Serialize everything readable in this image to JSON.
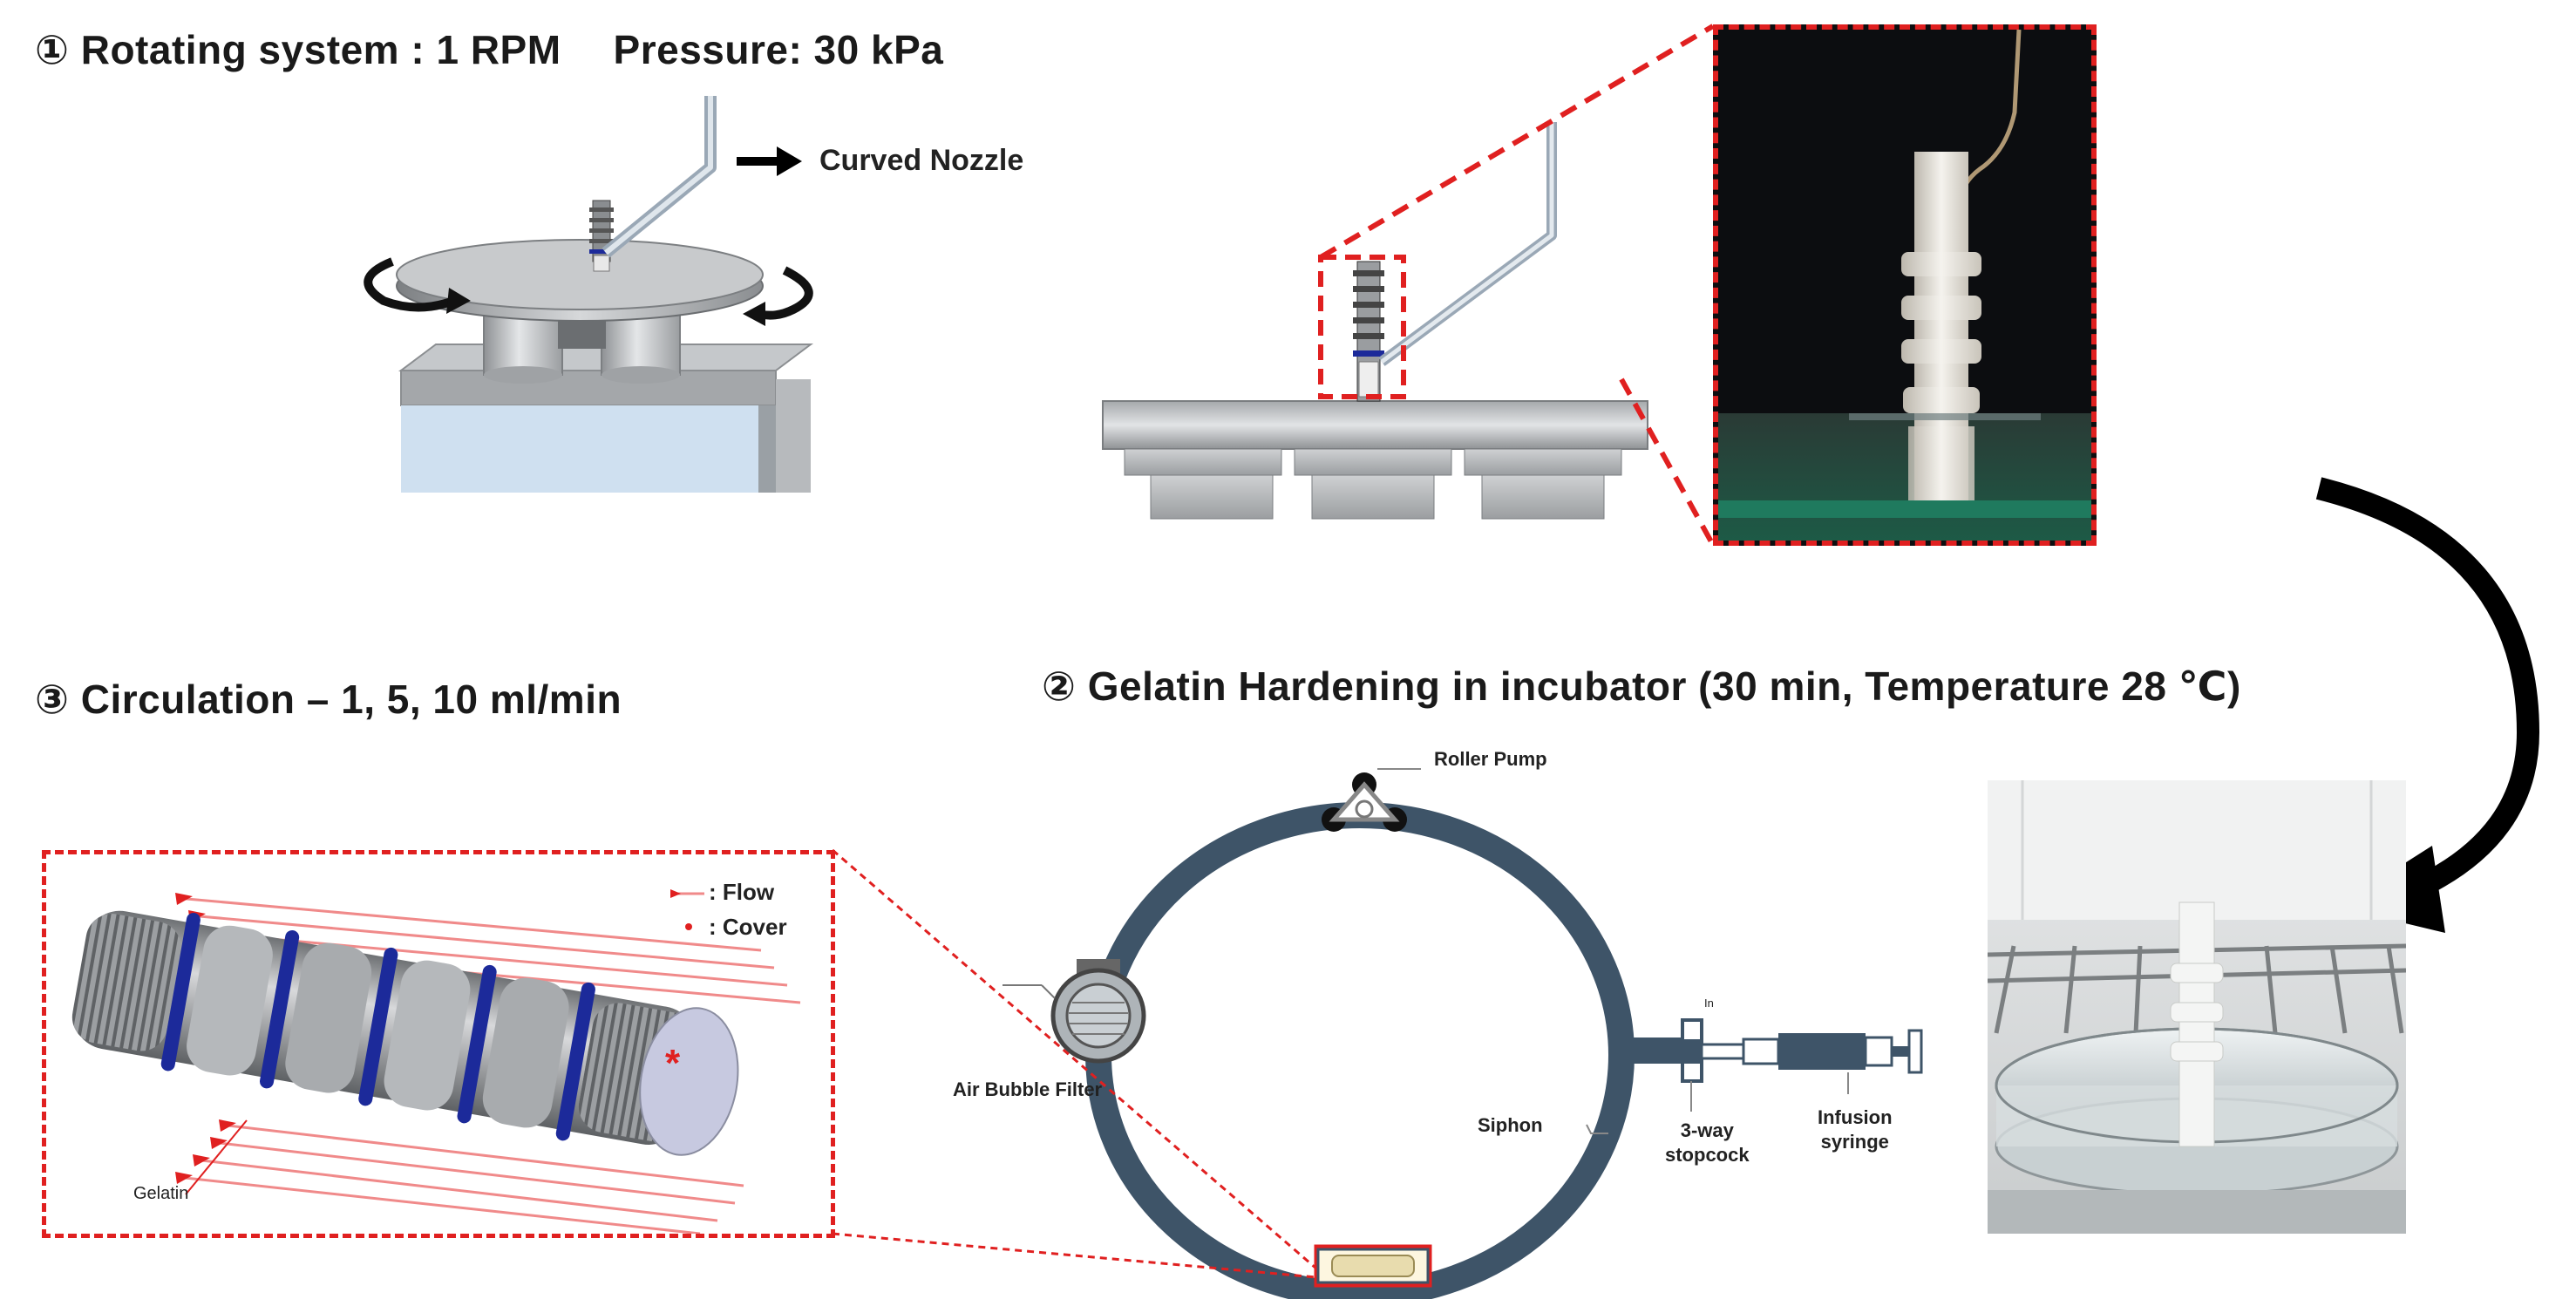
{
  "step1": {
    "title": "① Rotating system : 1 RPM",
    "pressure": "Pressure: 30 kPa",
    "nozzle_label": "Curved Nozzle"
  },
  "step2": {
    "title": "② Gelatin Hardening in incubator (30 min, Temperature 28 ℃)"
  },
  "step3": {
    "title": "③ Circulation – 1, 5, 10 ml/min",
    "legend_flow": ": Flow",
    "legend_cover": ": Cover",
    "gelatin_label": "Gelatin",
    "cover_mark": "*"
  },
  "circuit": {
    "roller_pump": "Roller Pump",
    "air_bubble_filter": "Air Bubble Filter",
    "siphon": "Siphon",
    "stopcock_line1": "3-way",
    "stopcock_line2": "stopcock",
    "syringe_line1": "Infusion",
    "syringe_line2": "syringe",
    "stopcock_marker": "In"
  },
  "colors": {
    "accent_red": "#e02020",
    "tubing": "#3e5468",
    "ring_blue": "#1c2a9a",
    "metal": "#b9bcc0"
  }
}
